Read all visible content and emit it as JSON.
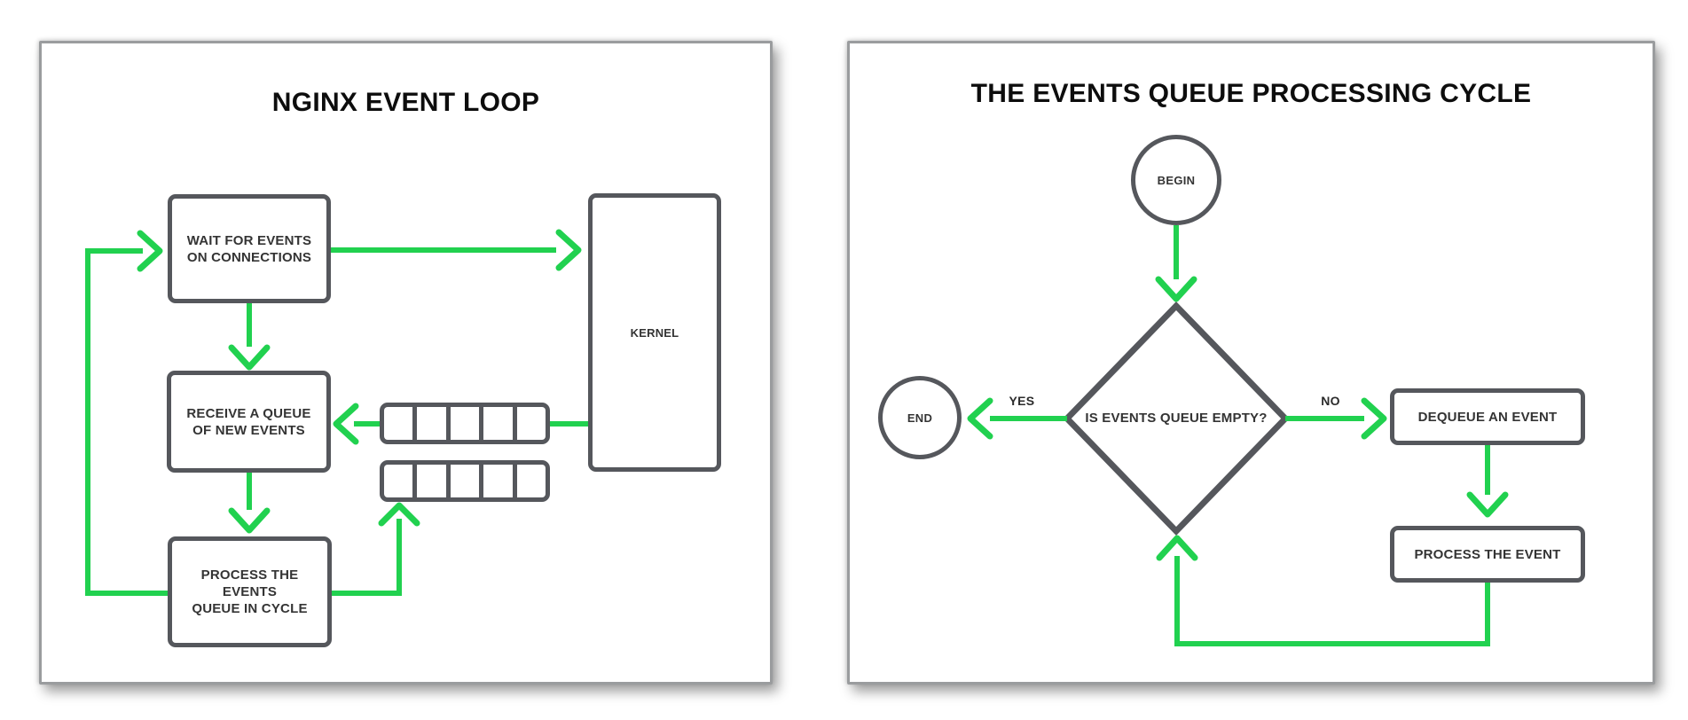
{
  "colors": {
    "arrow_green": "#21d14f",
    "shape_border_gray": "#55575c",
    "title_black": "#0d0d0d"
  },
  "left_panel": {
    "title": "NGINX EVENT LOOP",
    "wait_label": "WAIT FOR EVENTS\nON CONNECTIONS",
    "receive_label": "RECEIVE A QUEUE\nOF NEW EVENTS",
    "process_label": "PROCESS THE EVENTS\nQUEUE IN CYCLE",
    "kernel_label": "KERNEL",
    "queue_rows": 2,
    "queue_cells_per_row": 5
  },
  "right_panel": {
    "title": "THE EVENTS QUEUE PROCESSING CYCLE",
    "begin_label": "BEGIN",
    "decision_label": "IS EVENTS QUEUE EMPTY?",
    "yes_label": "YES",
    "no_label": "NO",
    "end_label": "END",
    "dequeue_label": "DEQUEUE AN EVENT",
    "process_label": "PROCESS THE EVENT"
  }
}
